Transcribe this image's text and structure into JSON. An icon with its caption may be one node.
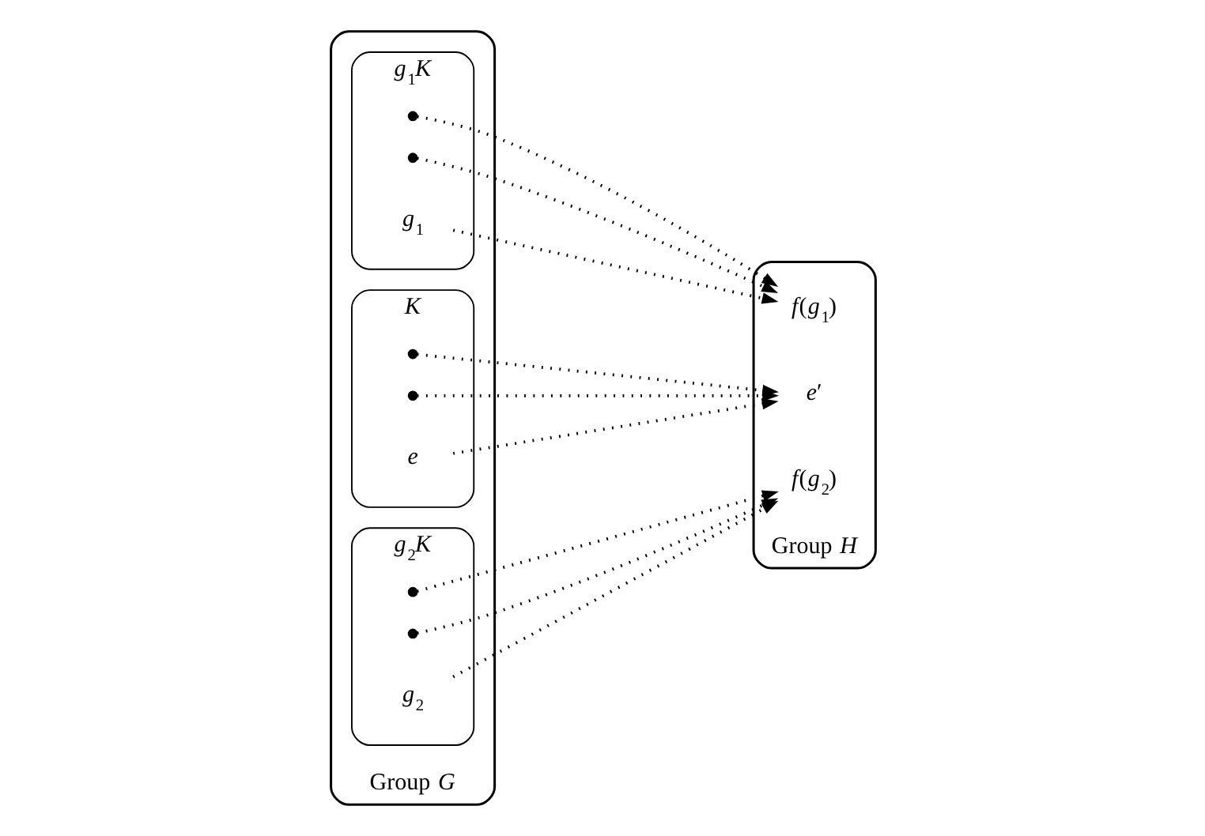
{
  "diagram": {
    "nodes": [
      {
        "text": [
          "Group *G*"
        ]
      },
      {
        "text": [
          "*g*$_{1}$*K*"
        ],
        "in": 0
      },
      {
        "text": [],
        "shape": "point",
        "in": 1
      },
      {
        "text": [],
        "shape": "point",
        "in": 1
      },
      {
        "text": [
          "*g*$_{1}$"
        ],
        "in": 1
      },
      {
        "text": [
          "*K*"
        ],
        "in": 0
      },
      {
        "text": [],
        "shape": "point",
        "in": 5
      },
      {
        "text": [],
        "shape": "point",
        "in": 5
      },
      {
        "text": [
          "*e*"
        ],
        "in": 5
      },
      {
        "text": [
          "*g*$_{2}$*K*"
        ],
        "in": 0
      },
      {
        "text": [],
        "shape": "point",
        "in": 9
      },
      {
        "text": [],
        "shape": "point",
        "in": 9
      },
      {
        "text": [
          "*g*$_{2}$"
        ],
        "in": 9
      },
      {
        "text": [
          "Group *H*"
        ]
      },
      {
        "text": [
          "*f*(*g*$_{1}$)"
        ],
        "in": 13
      },
      {
        "text": [
          "*e*′"
        ],
        "in": 13
      },
      {
        "text": [
          "*f*(*g*$_{2}$)"
        ],
        "in": 13
      }
    ],
    "edges": [
      {
        "from": 2,
        "to": 14,
        "arrow": "to"
      },
      {
        "from": 3,
        "to": 14,
        "arrow": "to"
      },
      {
        "from": 4,
        "to": 14,
        "arrow": "to"
      },
      {
        "from": 6,
        "to": 15,
        "arrow": "to"
      },
      {
        "from": 7,
        "to": 15,
        "arrow": "to"
      },
      {
        "from": 8,
        "to": 15,
        "arrow": "to"
      },
      {
        "from": 10,
        "to": 16,
        "arrow": "to"
      },
      {
        "from": 11,
        "to": 16,
        "arrow": "to"
      },
      {
        "from": 12,
        "to": 16,
        "arrow": "to"
      }
    ]
  }
}
